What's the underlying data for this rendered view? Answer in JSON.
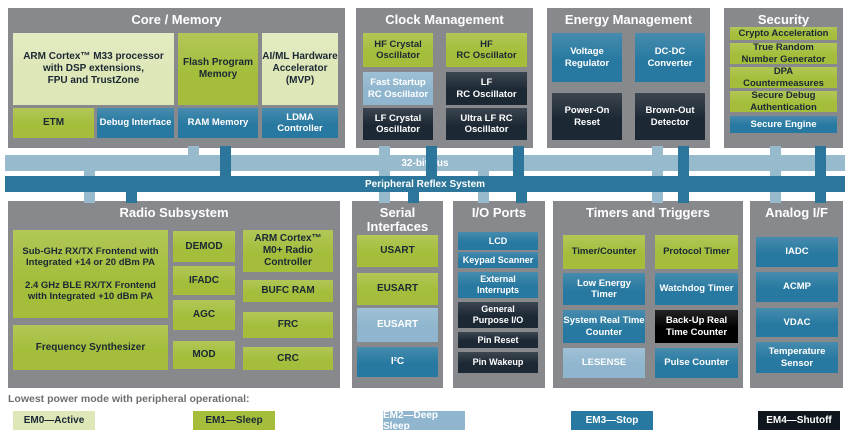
{
  "colors": {
    "gray": "#87898c",
    "em0": "#dee7b8",
    "em1": "#a4be3c",
    "em2": "#8fb6ce",
    "em3": "#2879a1",
    "dark": "#1c2834",
    "black": "#000000",
    "em4": "#10161d",
    "busl": "#98bacd",
    "busd": "#2b769a",
    "ink": "#1b2733",
    "caption": "#6d6e71"
  },
  "core": {
    "title": "Core / Memory",
    "arm": "ARM Cortex™ M33 processor\nwith DSP extensions,\nFPU and TrustZone",
    "flash": "Flash Program\nMemory",
    "aiml": "AI/ML Hardware\nAccelerator\n(MVP)",
    "etm": "ETM",
    "debug": "Debug Interface",
    "ram": "RAM Memory",
    "ldma": "LDMA\nController"
  },
  "clock": {
    "title": "Clock Management",
    "hfxo": "HF Crystal\nOscillator",
    "hfrco": "HF\nRC Oscillator",
    "fsrco": "Fast Startup\nRC Oscillator",
    "lfrco": "LF\nRC Oscillator",
    "lfxo": "LF Crystal\nOscillator",
    "ulfrco": "Ultra LF RC\nOscillator"
  },
  "energy": {
    "title": "Energy Management",
    "vreg": "Voltage\nRegulator",
    "dcdc": "DC-DC\nConverter",
    "por": "Power-On\nReset",
    "bod": "Brown-Out\nDetector"
  },
  "security": {
    "title": "Security",
    "crypto": "Crypto Acceleration",
    "trng": "True Random\nNumber Generator",
    "dpa": "DPA\nCountermeasures",
    "sda": "Secure Debug\nAuthentication",
    "se": "Secure Engine"
  },
  "buses": {
    "bus32": "32-bit bus",
    "prs": "Peripheral Reflex System"
  },
  "radio": {
    "title": "Radio Subsystem",
    "frontend": "Sub-GHz RX/TX Frontend with\nIntegrated +14 or 20 dBm PA\n\n2.4 GHz BLE RX/TX Frontend\nwith Integrated +10 dBm PA",
    "synth": "Frequency Synthesizer",
    "demod": "DEMOD",
    "ifadc": "IFADC",
    "agc": "AGC",
    "mod": "MOD",
    "m0": "ARM Cortex™\nM0+ Radio\nController",
    "bufc": "BUFC RAM",
    "frc": "FRC",
    "crc": "CRC"
  },
  "serial": {
    "title": "Serial\nInterfaces",
    "usart": "USART",
    "eusart1": "EUSART",
    "eusart2": "EUSART",
    "i2c": "I²C"
  },
  "io": {
    "title": "I/O Ports",
    "lcd": "LCD",
    "keypad": "Keypad Scanner",
    "extint": "External\nInterrupts",
    "gpio": "General\nPurpose I/O",
    "pinreset": "Pin Reset",
    "pinwakeup": "Pin Wakeup"
  },
  "timers": {
    "title": "Timers and Triggers",
    "tc": "Timer/Counter",
    "pt": "Protocol Timer",
    "letimer": "Low Energy Timer",
    "wdt": "Watchdog Timer",
    "srtc": "System Real Time\nCounter",
    "burtc": "Back-Up Real\nTime Counter",
    "lesense": "LESENSE",
    "pcnt": "Pulse Counter"
  },
  "analog": {
    "title": "Analog I/F",
    "iadc": "IADC",
    "acmp": "ACMP",
    "vdac": "VDAC",
    "temp": "Temperature\nSensor"
  },
  "legend": {
    "caption": "Lowest power mode with peripheral operational:",
    "em0": "EM0—Active",
    "em1": "EM1—Sleep",
    "em2": "EM2—Deep Sleep",
    "em3": "EM3—Stop",
    "em4": "EM4—Shutoff"
  }
}
